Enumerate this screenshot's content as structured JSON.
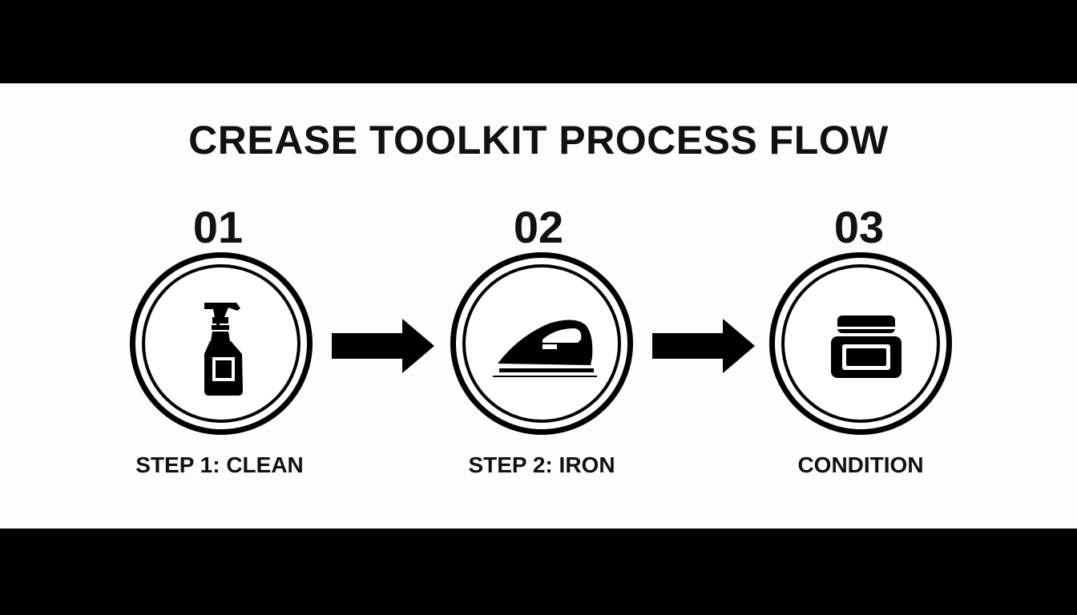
{
  "title": "CREASE TOOLKIT PROCESS FLOW",
  "steps": [
    {
      "number": "01",
      "label": "STEP 1: CLEAN",
      "icon": "spray-bottle-icon"
    },
    {
      "number": "02",
      "label": "STEP 2: IRON",
      "icon": "iron-icon"
    },
    {
      "number": "03",
      "label": "CONDITION",
      "icon": "conditioner-jar-icon"
    }
  ],
  "colors": {
    "background": "#000000",
    "panel": "#fdfdfd",
    "ink": "#111111"
  }
}
